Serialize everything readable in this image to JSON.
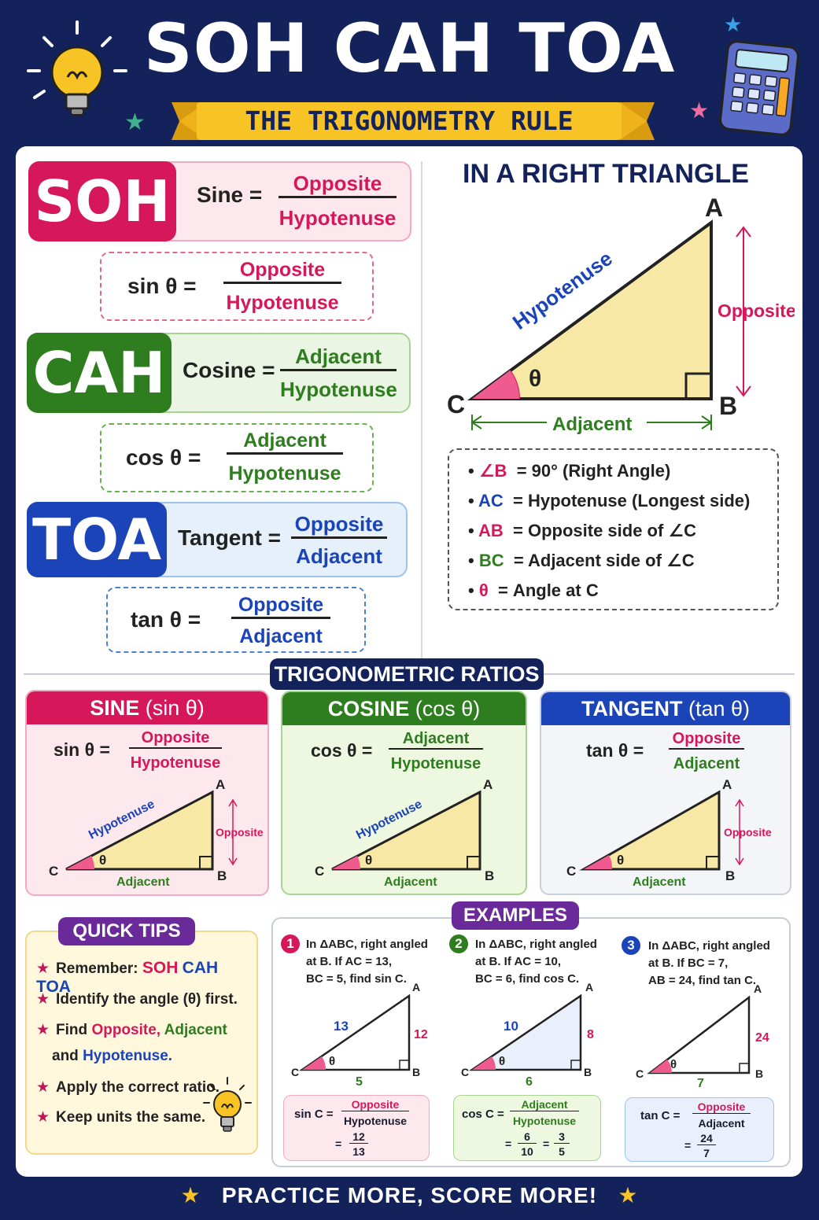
{
  "header": {
    "title": "SOH CAH TOA",
    "subtitle": "THE TRIGONOMETRY RULE"
  },
  "rules": {
    "soh": {
      "badge": "SOH",
      "label": "Sine =",
      "num": "Opposite",
      "den": "Hypotenuse",
      "formula_lhs": "sin θ =",
      "formula_num": "Opposite",
      "formula_den": "Hypotenuse"
    },
    "cah": {
      "badge": "CAH",
      "label": "Cosine =",
      "num": "Adjacent",
      "den": "Hypotenuse",
      "formula_lhs": "cos θ =",
      "formula_num": "Adjacent",
      "formula_den": "Hypotenuse"
    },
    "toa": {
      "badge": "TOA",
      "label": "Tangent =",
      "num": "Opposite",
      "den": "Adjacent",
      "formula_lhs": "tan θ =",
      "formula_num": "Opposite",
      "formula_den": "Adjacent"
    }
  },
  "right_triangle": {
    "heading": "IN A RIGHT TRIANGLE",
    "vertex_a": "A",
    "vertex_b": "B",
    "vertex_c": "C",
    "hypotenuse": "Hypotenuse",
    "opposite": "Opposite",
    "adjacent": "Adjacent",
    "angle": "θ",
    "facts": [
      {
        "key": "∠B",
        "text": "= 90° (Right Angle)"
      },
      {
        "key": "AC",
        "text": "= Hypotenuse (Longest side)"
      },
      {
        "key": "AB",
        "text": "= Opposite side of ∠C"
      },
      {
        "key": "BC",
        "text": "= Adjacent side of ∠C"
      },
      {
        "key": "θ",
        "text": "= Angle at C"
      }
    ]
  },
  "ratios": {
    "heading": "TRIGONOMETRIC RATIOS",
    "cards": [
      {
        "name": "SINE",
        "abbr": "(sin θ)",
        "lhs": "sin θ =",
        "num": "Opposite",
        "den": "Hypotenuse",
        "color": "#d6185a"
      },
      {
        "name": "COSINE",
        "abbr": "(cos θ)",
        "lhs": "cos θ =",
        "num": "Adjacent",
        "den": "Hypotenuse",
        "color": "#2e7d1f"
      },
      {
        "name": "TANGENT",
        "abbr": "(tan θ)",
        "lhs": "tan θ =",
        "num": "Opposite",
        "den": "Adjacent",
        "color": "#1a44b8"
      }
    ]
  },
  "tips": {
    "heading": "QUICK TIPS",
    "t1": "Remember:",
    "t1b": "SOH",
    "t1c": "CAH",
    "t1d": "TOA",
    "t2": "Identify the angle (θ) first.",
    "t3a": "Find",
    "t3b": "Opposite,",
    "t3c": "Adjacent",
    "t3d": "and",
    "t3e": "Hypotenuse.",
    "t4": "Apply the correct ratio.",
    "t5": "Keep units the same."
  },
  "examples": {
    "heading": "EXAMPLES",
    "items": [
      {
        "n": "1",
        "l1": "In ΔABC, right angled",
        "l2": "at B. If AC = 13,",
        "l3": "BC = 5, find sin C.",
        "hyp": "13",
        "opp": "12",
        "adj": "5",
        "lhs": "sin C =",
        "num": "Opposite",
        "den": "Hypotenuse",
        "v_num": "12",
        "v_den": "13"
      },
      {
        "n": "2",
        "l1": "In ΔABC, right angled",
        "l2": "at B. If AC = 10,",
        "l3": "BC = 6, find cos C.",
        "hyp": "10",
        "opp": "8",
        "adj": "6",
        "lhs": "cos C =",
        "num": "Adjacent",
        "den": "Hypotenuse",
        "v_num": "6",
        "v_den": "10",
        "s_num": "3",
        "s_den": "5"
      },
      {
        "n": "3",
        "l1": "In ΔABC, right angled",
        "l2": "at B. If BC = 7,",
        "l3": "AB = 24, find tan C.",
        "hyp": "",
        "opp": "24",
        "adj": "7",
        "lhs": "tan C =",
        "num": "Opposite",
        "den": "Adjacent",
        "v_num": "24",
        "v_den": "7"
      }
    ]
  },
  "footer": {
    "text": "PRACTICE MORE, SCORE MORE!"
  },
  "colors": {
    "navy": "#13225a",
    "sine": "#d6185a",
    "cosine": "#2e7d1f",
    "tangent": "#1a44b8",
    "gold": "#f7c325",
    "triangle_fill": "#f8e8a6"
  }
}
